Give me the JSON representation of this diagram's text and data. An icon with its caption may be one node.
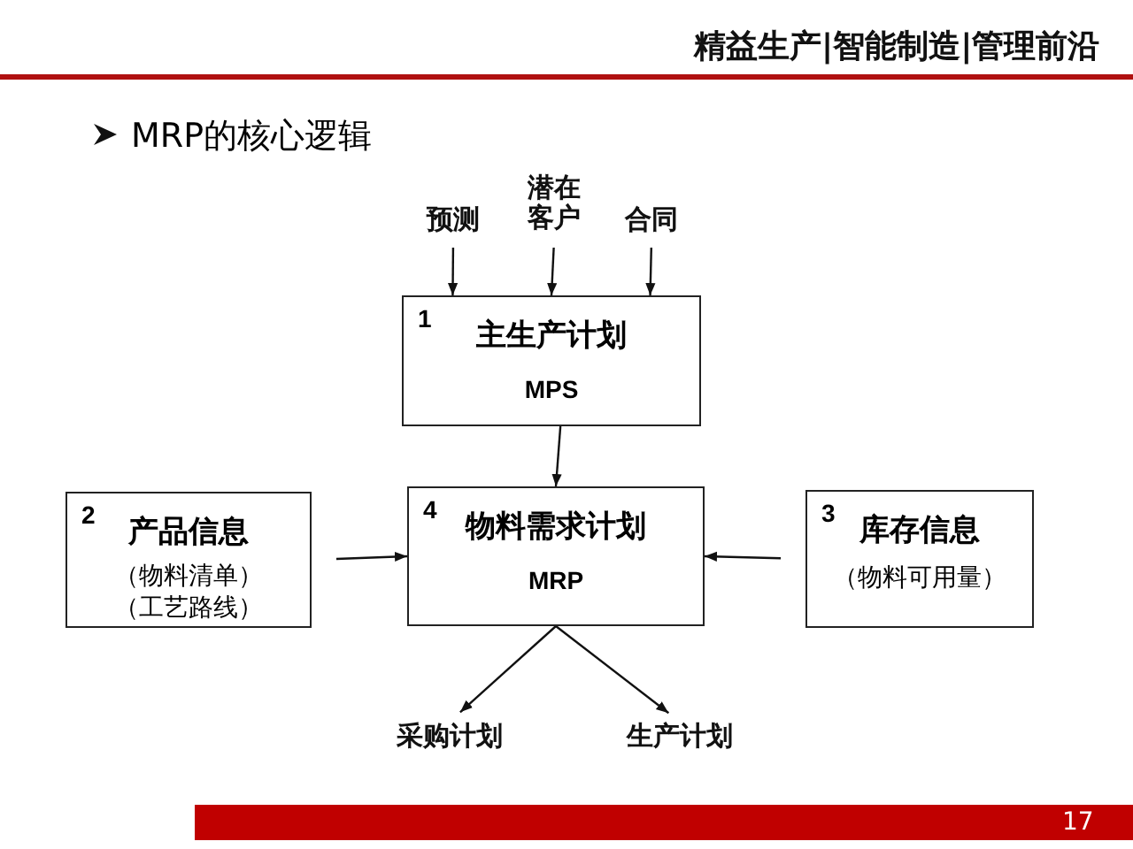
{
  "diagram": {
    "title": "MRP的核心逻辑",
    "nodes": [
      {
        "text": [
          "预测"
        ]
      },
      {
        "text": [
          "潜在客户"
        ]
      },
      {
        "text": [
          "合同"
        ]
      },
      {
        "text": [
          "1",
          "主生产计划",
          "MPS"
        ]
      },
      {
        "text": [
          "2",
          "产品信息",
          "（物料清单）",
          "（工艺路线）"
        ]
      },
      {
        "text": [
          "4",
          "物料需求计划",
          "MRP"
        ]
      },
      {
        "text": [
          "3",
          "库存信息",
          "（物料可用量）"
        ]
      },
      {
        "text": [
          "采购计划"
        ]
      },
      {
        "text": [
          "生产计划"
        ]
      }
    ],
    "edges": [
      {
        "from": 0,
        "to": 3,
        "arrow": "to"
      },
      {
        "from": 1,
        "to": 3,
        "arrow": "to"
      },
      {
        "from": 2,
        "to": 3,
        "arrow": "to"
      },
      {
        "from": 3,
        "to": 5,
        "arrow": "to"
      },
      {
        "from": 4,
        "to": 5,
        "arrow": "to"
      },
      {
        "from": 6,
        "to": 5,
        "arrow": "to"
      },
      {
        "from": 5,
        "to": 7,
        "arrow": "to"
      },
      {
        "from": 5,
        "to": 8,
        "arrow": "to"
      }
    ],
    "labels": [
      "精益生产|智能制造|管理前沿",
      "17"
    ]
  }
}
